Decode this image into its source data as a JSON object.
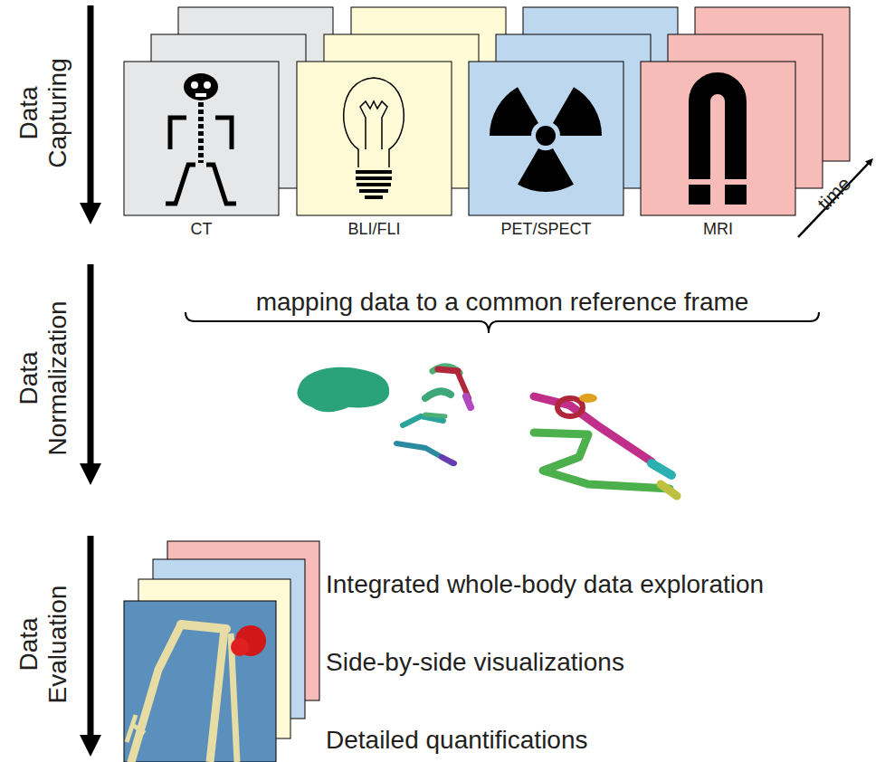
{
  "diagram": {
    "nodes": [
      {
        "text": [
          "CT"
        ]
      },
      {
        "text": [
          "BLI/FLI"
        ]
      },
      {
        "text": [
          "PET/SPECT"
        ]
      },
      {
        "text": [
          "MRI"
        ]
      }
    ],
    "labels": [
      "Data Capturing",
      "time",
      "Data Normalization",
      "mapping data to a common reference frame",
      "Data Evaluation",
      "Integrated whole-body data exploration",
      "Side-by-side visualizations",
      "Detailed quantifications"
    ]
  }
}
